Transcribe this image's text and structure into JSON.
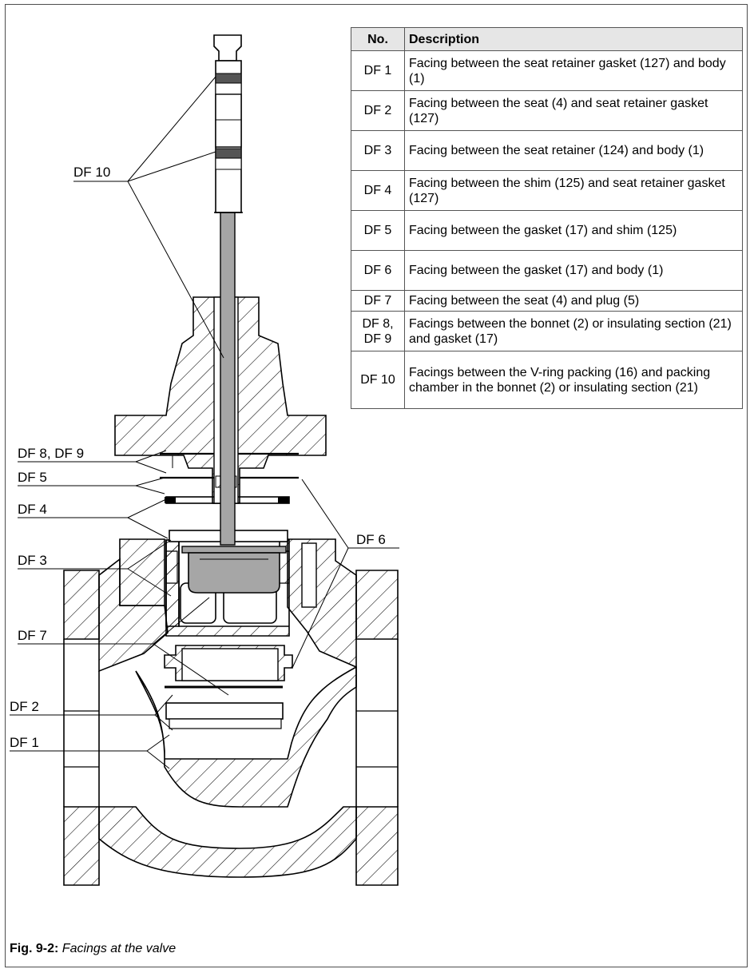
{
  "table": {
    "headers": {
      "no": "No.",
      "description": "Description"
    },
    "rows": [
      {
        "no": "DF 1",
        "description": "Facing between the seat retainer gasket (127) and body (1)"
      },
      {
        "no": "DF 2",
        "description": "Facing between the seat (4) and seat retainer gasket (127)"
      },
      {
        "no": "DF 3",
        "description": "Facing between the seat retainer (124) and body (1)"
      },
      {
        "no": "DF 4",
        "description": "Facing between the shim (125) and seat retainer gasket (127)"
      },
      {
        "no": "DF 5",
        "description": "Facing between the gasket (17) and shim (125)"
      },
      {
        "no": "DF 6",
        "description": "Facing between the gasket (17) and body (1)"
      },
      {
        "no": "DF 7",
        "description": "Facing between the seat (4) and plug (5)"
      },
      {
        "no": "DF 8, DF 9",
        "description": "Facings between the bonnet (2) or insulating section (21) and gasket (17)"
      },
      {
        "no": "DF 10",
        "description": "Facings between the V-ring packing (16) and packing chamber in the bonnet (2) or insulating section (21)"
      }
    ]
  },
  "labels": {
    "df10": "DF 10",
    "df89": "DF 8, DF 9",
    "df5": "DF 5",
    "df4": "DF 4",
    "df3": "DF 3",
    "df6": "DF 6",
    "df7": "DF 7",
    "df2": "DF 2",
    "df1": "DF 1"
  },
  "caption": {
    "number": "Fig. 9-2:",
    "text": "Facings at the valve"
  },
  "colors": {
    "line": "#000000",
    "hatch": "#000000",
    "stem": "#a6a6a6",
    "plug": "#a6a6a6",
    "frame": "#4d4d4d"
  }
}
